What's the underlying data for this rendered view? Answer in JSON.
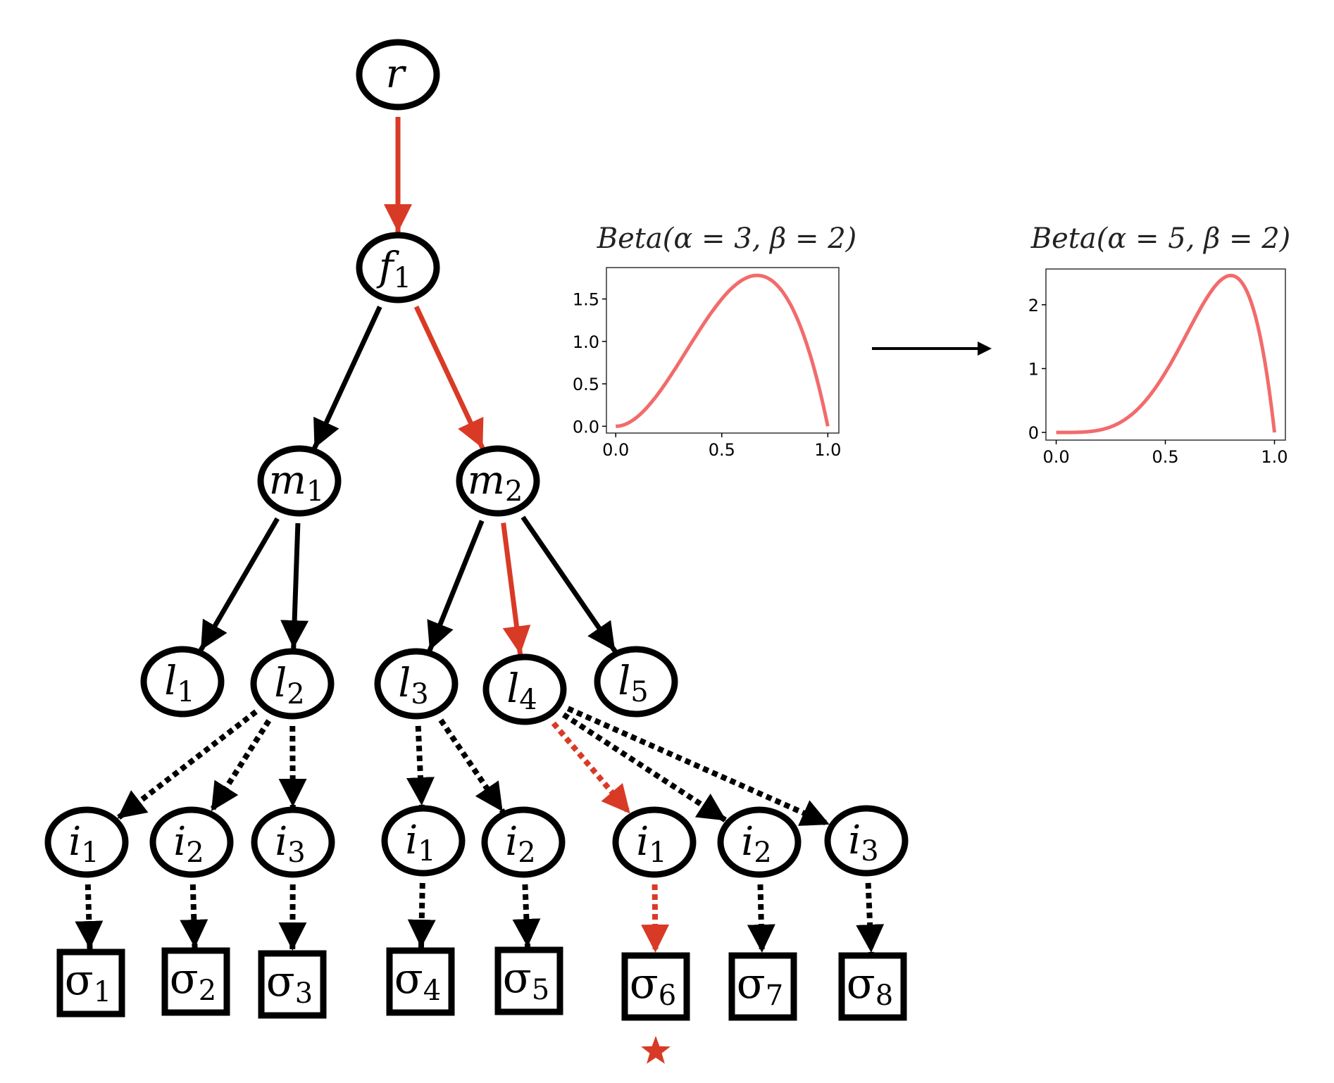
{
  "colors": {
    "highlight": "#d93a25",
    "edge": "#000000",
    "curve": "#f26b6b"
  },
  "nodes": [
    {
      "id": "r",
      "label": "r",
      "sub": ""
    },
    {
      "id": "f1",
      "label": "f",
      "sub": "1"
    },
    {
      "id": "m1",
      "label": "m",
      "sub": "1"
    },
    {
      "id": "m2",
      "label": "m",
      "sub": "2"
    },
    {
      "id": "l1",
      "label": "l",
      "sub": "1"
    },
    {
      "id": "l2",
      "label": "l",
      "sub": "2"
    },
    {
      "id": "l3",
      "label": "l",
      "sub": "3"
    },
    {
      "id": "l4",
      "label": "l",
      "sub": "4"
    },
    {
      "id": "l5",
      "label": "l",
      "sub": "5"
    },
    {
      "id": "a1",
      "label": "i",
      "sub": "1"
    },
    {
      "id": "a2",
      "label": "i",
      "sub": "2"
    },
    {
      "id": "a3",
      "label": "i",
      "sub": "3"
    },
    {
      "id": "b1",
      "label": "i",
      "sub": "1"
    },
    {
      "id": "b2",
      "label": "i",
      "sub": "2"
    },
    {
      "id": "c1",
      "label": "i",
      "sub": "1"
    },
    {
      "id": "c2",
      "label": "i",
      "sub": "2"
    },
    {
      "id": "c3",
      "label": "i",
      "sub": "3"
    }
  ],
  "leaves": [
    {
      "id": "s1",
      "label": "σ",
      "sub": "1"
    },
    {
      "id": "s2",
      "label": "σ",
      "sub": "2"
    },
    {
      "id": "s3",
      "label": "σ",
      "sub": "3"
    },
    {
      "id": "s4",
      "label": "σ",
      "sub": "4"
    },
    {
      "id": "s5",
      "label": "σ",
      "sub": "5"
    },
    {
      "id": "s6",
      "label": "σ",
      "sub": "6",
      "selected": true
    },
    {
      "id": "s7",
      "label": "σ",
      "sub": "7"
    },
    {
      "id": "s8",
      "label": "σ",
      "sub": "8"
    }
  ],
  "edges": [
    {
      "from": "r",
      "to": "f1",
      "style": "solid",
      "highlight": true
    },
    {
      "from": "f1",
      "to": "m1",
      "style": "solid",
      "highlight": false
    },
    {
      "from": "f1",
      "to": "m2",
      "style": "solid",
      "highlight": true
    },
    {
      "from": "m1",
      "to": "l1",
      "style": "solid",
      "highlight": false
    },
    {
      "from": "m1",
      "to": "l2",
      "style": "solid",
      "highlight": false
    },
    {
      "from": "m2",
      "to": "l3",
      "style": "solid",
      "highlight": false
    },
    {
      "from": "m2",
      "to": "l4",
      "style": "solid",
      "highlight": true
    },
    {
      "from": "m2",
      "to": "l5",
      "style": "solid",
      "highlight": false
    },
    {
      "from": "l2",
      "to": "a1",
      "style": "dotted",
      "highlight": false
    },
    {
      "from": "l2",
      "to": "a2",
      "style": "dotted",
      "highlight": false
    },
    {
      "from": "l2",
      "to": "a3",
      "style": "dotted",
      "highlight": false
    },
    {
      "from": "l3",
      "to": "b1",
      "style": "dotted",
      "highlight": false
    },
    {
      "from": "l3",
      "to": "b2",
      "style": "dotted",
      "highlight": false
    },
    {
      "from": "l4",
      "to": "c1",
      "style": "dotted",
      "highlight": true
    },
    {
      "from": "l4",
      "to": "c2",
      "style": "dotted",
      "highlight": false
    },
    {
      "from": "l4",
      "to": "c3",
      "style": "dotted",
      "highlight": false
    },
    {
      "from": "a1",
      "to": "s1",
      "style": "dotted",
      "highlight": false
    },
    {
      "from": "a2",
      "to": "s2",
      "style": "dotted",
      "highlight": false
    },
    {
      "from": "a3",
      "to": "s3",
      "style": "dotted",
      "highlight": false
    },
    {
      "from": "b1",
      "to": "s4",
      "style": "dotted",
      "highlight": false
    },
    {
      "from": "b2",
      "to": "s5",
      "style": "dotted",
      "highlight": false
    },
    {
      "from": "c1",
      "to": "s6",
      "style": "dotted",
      "highlight": true
    },
    {
      "from": "c2",
      "to": "s7",
      "style": "dotted",
      "highlight": false
    },
    {
      "from": "c3",
      "to": "s8",
      "style": "dotted",
      "highlight": false
    }
  ],
  "selected_marker": "star-icon",
  "transition_arrow": "arrow-right-icon",
  "chart_data": [
    {
      "type": "line",
      "title": "Beta(α = 3, β = 2)",
      "alpha": 3,
      "beta": 2,
      "xlim": [
        -0.044,
        1.052
      ],
      "ylim": [
        -0.08,
        1.87
      ],
      "xticks": [
        0.0,
        0.5,
        1.0
      ],
      "xtick_labels": [
        "0.0",
        "0.5",
        "1.0"
      ],
      "yticks": [
        0.0,
        0.5,
        1.0,
        1.5
      ],
      "ytick_labels": [
        "0.0",
        "0.5",
        "1.0",
        "1.5"
      ],
      "xlabel": "",
      "ylabel": "",
      "grid": false,
      "legend": "none"
    },
    {
      "type": "line",
      "title": "Beta(α = 5, β = 2)",
      "alpha": 5,
      "beta": 2,
      "xlim": [
        -0.047,
        1.05
      ],
      "ylim": [
        -0.12,
        2.56
      ],
      "xticks": [
        0.0,
        0.5,
        1.0
      ],
      "xtick_labels": [
        "0.0",
        "0.5",
        "1.0"
      ],
      "yticks": [
        0,
        1,
        2
      ],
      "ytick_labels": [
        "0",
        "1",
        "2"
      ],
      "xlabel": "",
      "ylabel": "",
      "grid": false,
      "legend": "none"
    }
  ]
}
